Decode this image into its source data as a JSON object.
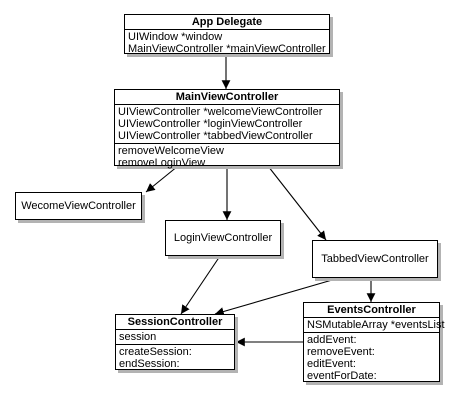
{
  "classes": {
    "app_delegate": {
      "name": "App Delegate",
      "attributes": [
        "UIWindow *window",
        "MainViewController *mainViewController"
      ],
      "methods": []
    },
    "main_view_controller": {
      "name": "MainViewController",
      "attributes": [
        "UIViewController *welcomeViewController",
        "UIViewController *loginViewController",
        "UIViewController *tabbedViewController"
      ],
      "methods": [
        "removeWelcomeView",
        "removeLoginView"
      ]
    },
    "welcome_view_controller": {
      "name": "WecomeViewController"
    },
    "login_view_controller": {
      "name": "LoginViewController"
    },
    "tabbed_view_controller": {
      "name": "TabbedViewController"
    },
    "session_controller": {
      "name": "SessionController",
      "attributes": [
        "session"
      ],
      "methods": [
        "createSession:",
        "endSession:"
      ]
    },
    "events_controller": {
      "name": "EventsController",
      "attributes": [
        "NSMutableArray *eventsList"
      ],
      "methods": [
        "addEvent:",
        "removeEvent:",
        "editEvent:",
        "eventForDate:"
      ]
    }
  },
  "edges": [
    {
      "from": "App Delegate",
      "to": "MainViewController"
    },
    {
      "from": "MainViewController",
      "to": "WecomeViewController"
    },
    {
      "from": "MainViewController",
      "to": "LoginViewController"
    },
    {
      "from": "MainViewController",
      "to": "TabbedViewController"
    },
    {
      "from": "LoginViewController",
      "to": "SessionController"
    },
    {
      "from": "TabbedViewController",
      "to": "SessionController"
    },
    {
      "from": "TabbedViewController",
      "to": "EventsController"
    },
    {
      "from": "EventsController",
      "to": "SessionController"
    }
  ]
}
